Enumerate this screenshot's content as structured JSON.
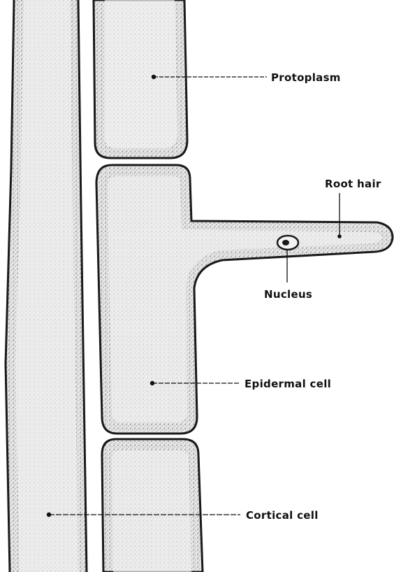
{
  "diagram": {
    "colors": {
      "ink": "#111111",
      "protoplasm": "#cfcfcf",
      "paper": "#ffffff"
    },
    "labels": {
      "protoplasm": "Protoplasm",
      "root_hair": "Root hair",
      "nucleus": "Nucleus",
      "epidermal_cell": "Epidermal cell",
      "cortical_cell": "Cortical cell"
    }
  }
}
